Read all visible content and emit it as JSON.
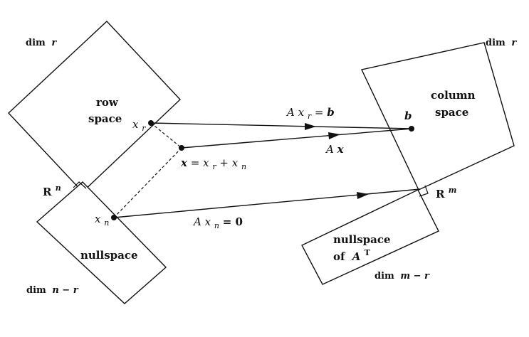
{
  "labels": {
    "dim_r_left": "dim",
    "dim_r_left_var": "r",
    "dim_r_right": "dim",
    "dim_r_right_var": "r",
    "row_space_1": "row",
    "row_space_2": "space",
    "column_space_1": "column",
    "column_space_2": "space",
    "nullspace_left": "nullspace",
    "nullspace_right_1": "nullspace",
    "nullspace_right_2": "of",
    "dim_n_minus_r": "dim",
    "dim_n_minus_r_var": "n − r",
    "dim_m_minus_r": "dim",
    "dim_m_minus_r_var": "m − r",
    "Rn_base": "R",
    "Rn_sup": "n",
    "Rm_base": "R",
    "Rm_sup": "m",
    "AT_base": "A",
    "AT_sup": "T"
  },
  "points": {
    "xr_base": "x",
    "xr_sub": "r",
    "xn_base": "x",
    "xn_sub": "n",
    "b": "b"
  },
  "equations": {
    "x_eq_lhs": "x",
    "x_eq_mid": " = ",
    "x_eq_x": "x",
    "x_eq_r": "r",
    "x_eq_plus": " + ",
    "x_eq_x2": "x",
    "x_eq_n": "n",
    "axr_A": "A",
    "axr_x": " x",
    "axr_sub": "r",
    "axr_eq": " = ",
    "axr_b": "b",
    "ax_A": "A",
    "ax_x": " x",
    "axn_A": "A",
    "axn_x": " x",
    "axn_sub": "n",
    "axn_eq": " = 0"
  }
}
